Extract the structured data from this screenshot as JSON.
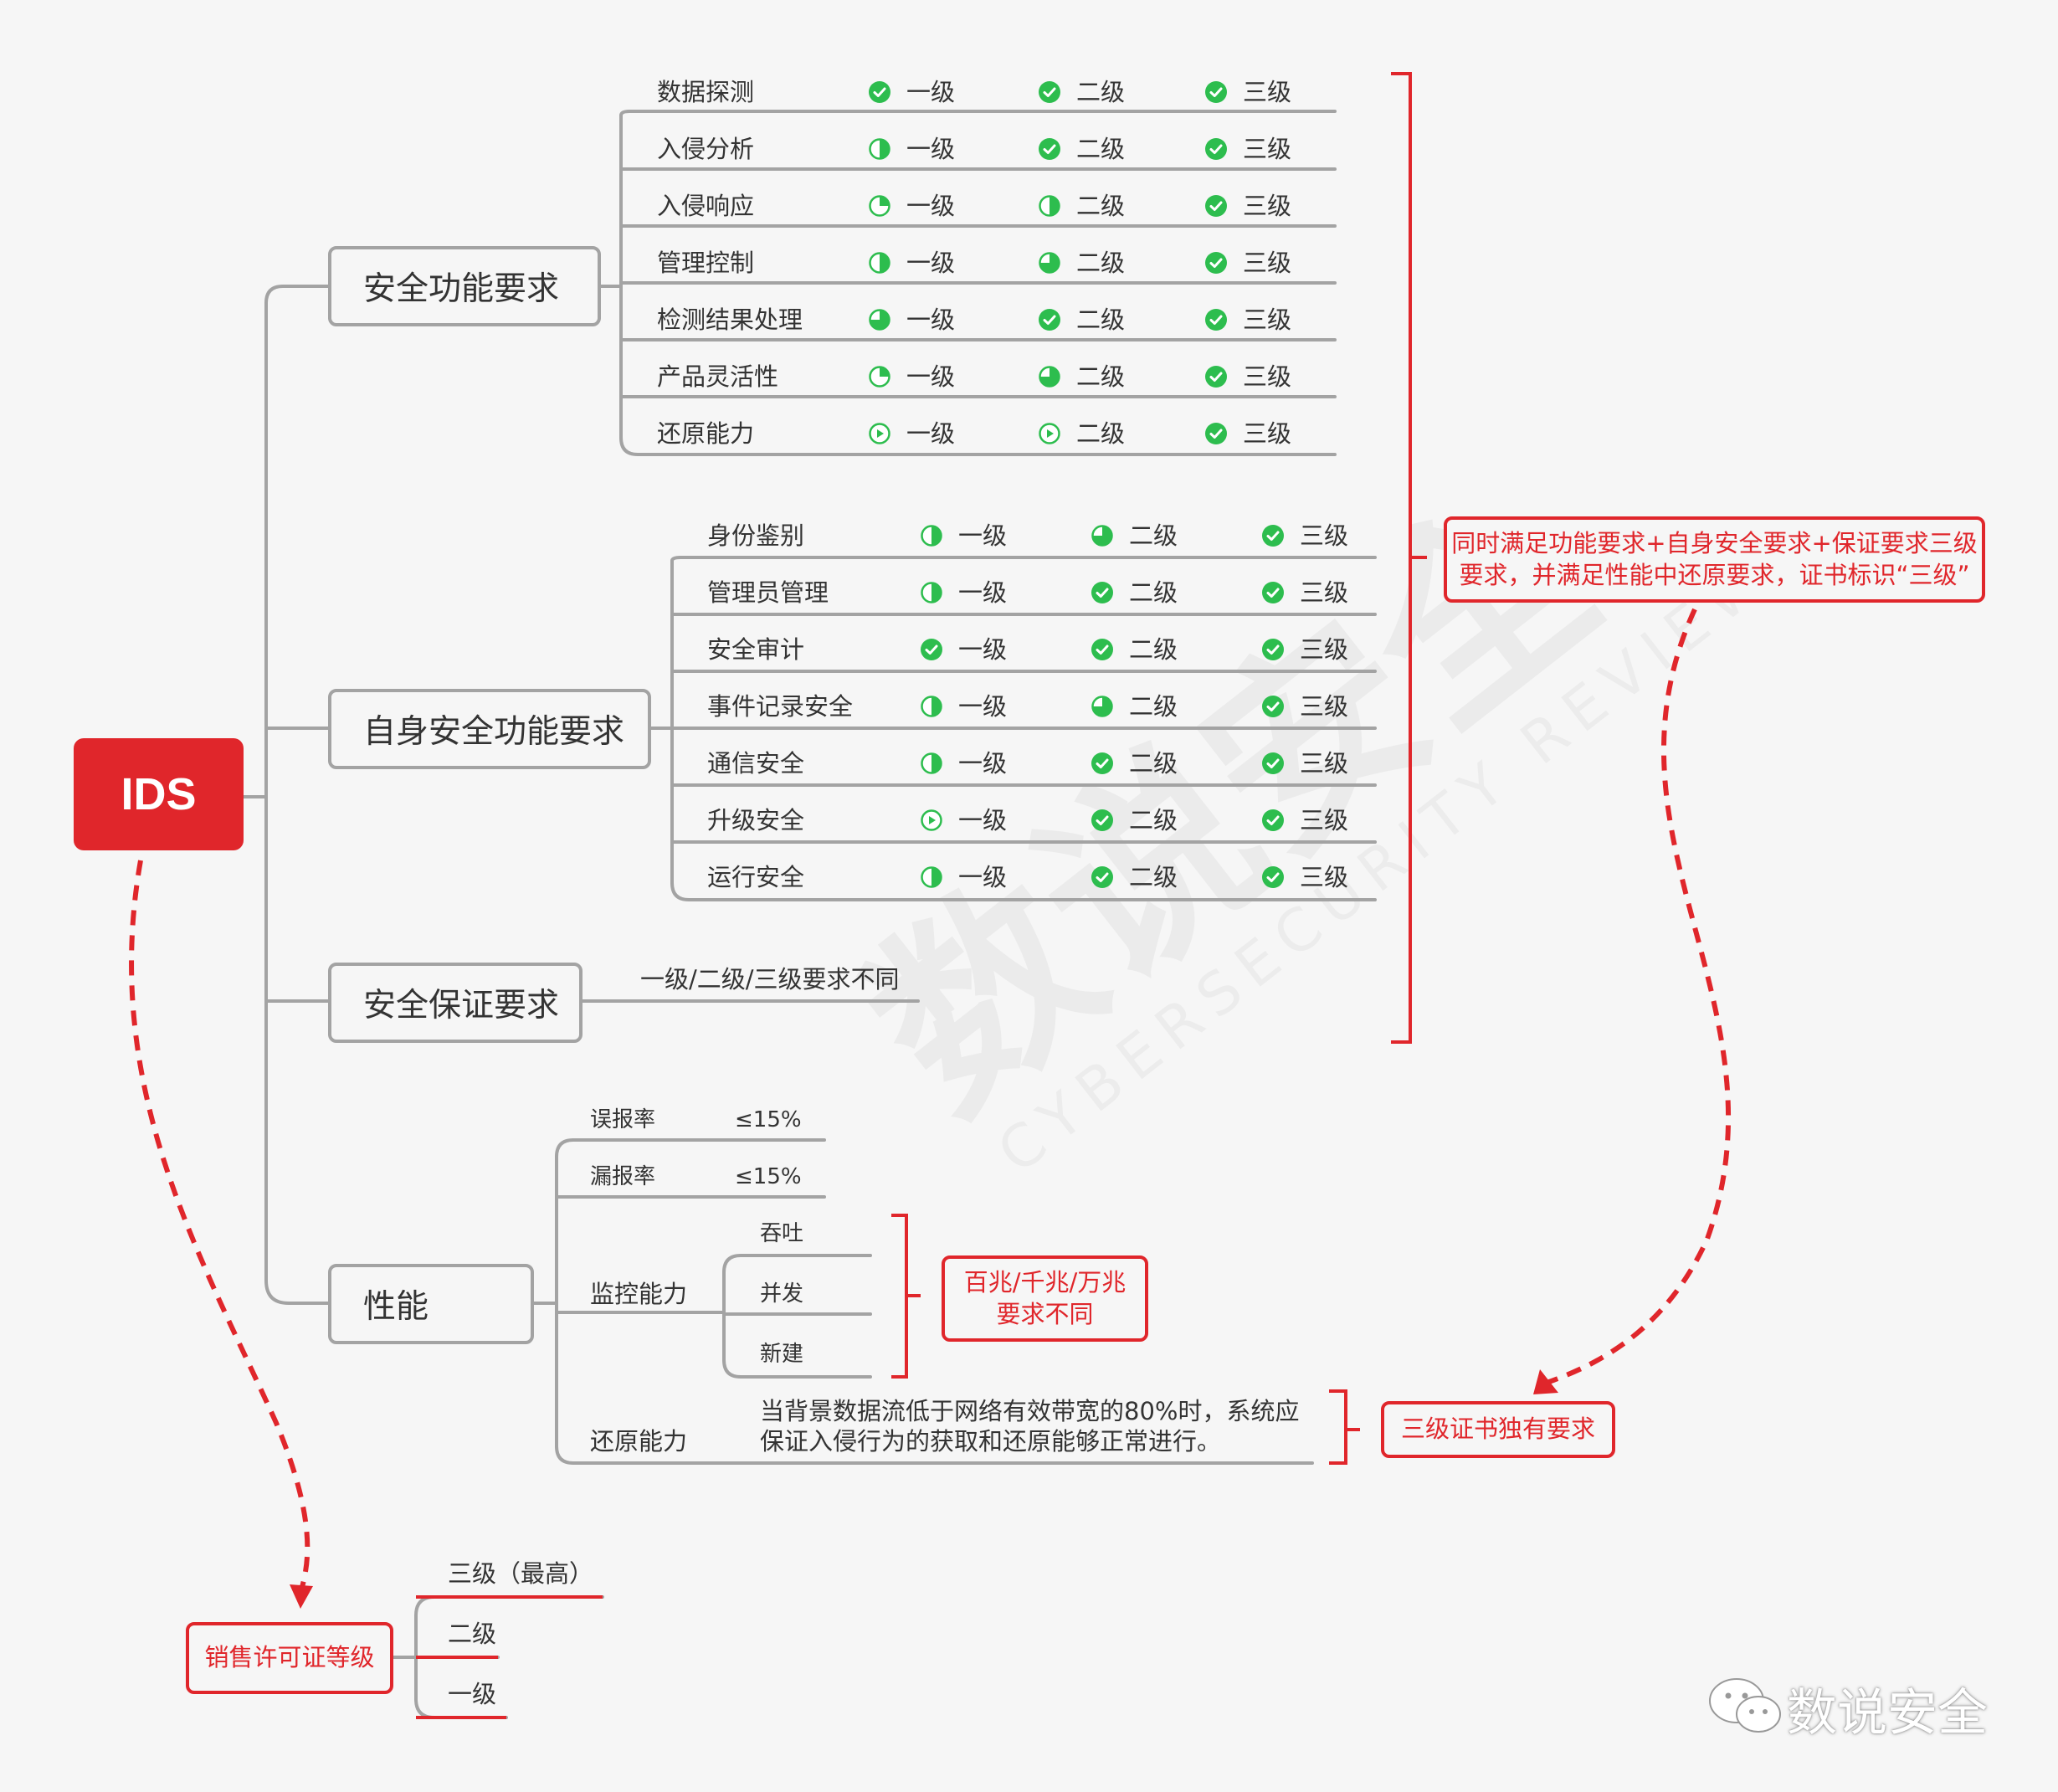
{
  "root": {
    "label": "IDS"
  },
  "colors": {
    "accent": "#e0262b",
    "check": "#2dbd4e",
    "line": "#a3a3a3"
  },
  "branches": {
    "function": {
      "label": "安全功能要求",
      "rows": [
        {
          "label": "数据探测",
          "levels": [
            {
              "text": "一级",
              "icon": "full"
            },
            {
              "text": "二级",
              "icon": "full"
            },
            {
              "text": "三级",
              "icon": "full"
            }
          ]
        },
        {
          "label": "入侵分析",
          "levels": [
            {
              "text": "一级",
              "icon": "half"
            },
            {
              "text": "二级",
              "icon": "full"
            },
            {
              "text": "三级",
              "icon": "full"
            }
          ]
        },
        {
          "label": "入侵响应",
          "levels": [
            {
              "text": "一级",
              "icon": "quarter"
            },
            {
              "text": "二级",
              "icon": "half"
            },
            {
              "text": "三级",
              "icon": "full"
            }
          ]
        },
        {
          "label": "管理控制",
          "levels": [
            {
              "text": "一级",
              "icon": "half"
            },
            {
              "text": "二级",
              "icon": "three-quarter"
            },
            {
              "text": "三级",
              "icon": "full"
            }
          ]
        },
        {
          "label": "检测结果处理",
          "levels": [
            {
              "text": "一级",
              "icon": "three-quarter"
            },
            {
              "text": "二级",
              "icon": "full"
            },
            {
              "text": "三级",
              "icon": "full"
            }
          ]
        },
        {
          "label": "产品灵活性",
          "levels": [
            {
              "text": "一级",
              "icon": "quarter"
            },
            {
              "text": "二级",
              "icon": "three-quarter"
            },
            {
              "text": "三级",
              "icon": "full"
            }
          ]
        },
        {
          "label": "还原能力",
          "levels": [
            {
              "text": "一级",
              "icon": "start"
            },
            {
              "text": "二级",
              "icon": "start"
            },
            {
              "text": "三级",
              "icon": "full"
            }
          ]
        }
      ]
    },
    "self_security": {
      "label": "自身安全功能要求",
      "rows": [
        {
          "label": "身份鉴别",
          "levels": [
            {
              "text": "一级",
              "icon": "half"
            },
            {
              "text": "二级",
              "icon": "three-quarter"
            },
            {
              "text": "三级",
              "icon": "full"
            }
          ]
        },
        {
          "label": "管理员管理",
          "levels": [
            {
              "text": "一级",
              "icon": "half"
            },
            {
              "text": "二级",
              "icon": "full"
            },
            {
              "text": "三级",
              "icon": "full"
            }
          ]
        },
        {
          "label": "安全审计",
          "levels": [
            {
              "text": "一级",
              "icon": "full"
            },
            {
              "text": "二级",
              "icon": "full"
            },
            {
              "text": "三级",
              "icon": "full"
            }
          ]
        },
        {
          "label": "事件记录安全",
          "levels": [
            {
              "text": "一级",
              "icon": "half"
            },
            {
              "text": "二级",
              "icon": "three-quarter"
            },
            {
              "text": "三级",
              "icon": "full"
            }
          ]
        },
        {
          "label": "通信安全",
          "levels": [
            {
              "text": "一级",
              "icon": "half"
            },
            {
              "text": "二级",
              "icon": "full"
            },
            {
              "text": "三级",
              "icon": "full"
            }
          ]
        },
        {
          "label": "升级安全",
          "levels": [
            {
              "text": "一级",
              "icon": "start"
            },
            {
              "text": "二级",
              "icon": "full"
            },
            {
              "text": "三级",
              "icon": "full"
            }
          ]
        },
        {
          "label": "运行安全",
          "levels": [
            {
              "text": "一级",
              "icon": "half"
            },
            {
              "text": "二级",
              "icon": "full"
            },
            {
              "text": "三级",
              "icon": "full"
            }
          ]
        }
      ]
    },
    "assurance": {
      "label": "安全保证要求",
      "note": "一级/二级/三级要求不同"
    },
    "performance": {
      "label": "性能",
      "false_positive": {
        "label": "误报率",
        "value": "≤15%"
      },
      "false_negative": {
        "label": "漏报率",
        "value": "≤15%"
      },
      "monitoring": {
        "label": "监控能力",
        "items": [
          "吞吐",
          "并发",
          "新建"
        ]
      },
      "restore": {
        "label": "还原能力",
        "desc": "当背景数据流低于网络有效带宽的80%时，系统应保证入侵行为的获取和还原能够正常进行。"
      }
    }
  },
  "callouts": {
    "three_level": "同时满足功能要求+自身安全要求+保证要求三级\n要求，并满足性能中还原要求，证书标识“三级”",
    "bandwidth": "百兆/千兆/万兆\n要求不同",
    "exclusive": "三级证书独有要求"
  },
  "license": {
    "label": "销售许可证等级",
    "levels": [
      "三级（最高）",
      "二级",
      "一级"
    ]
  },
  "watermark": {
    "brand": "数说安全"
  }
}
